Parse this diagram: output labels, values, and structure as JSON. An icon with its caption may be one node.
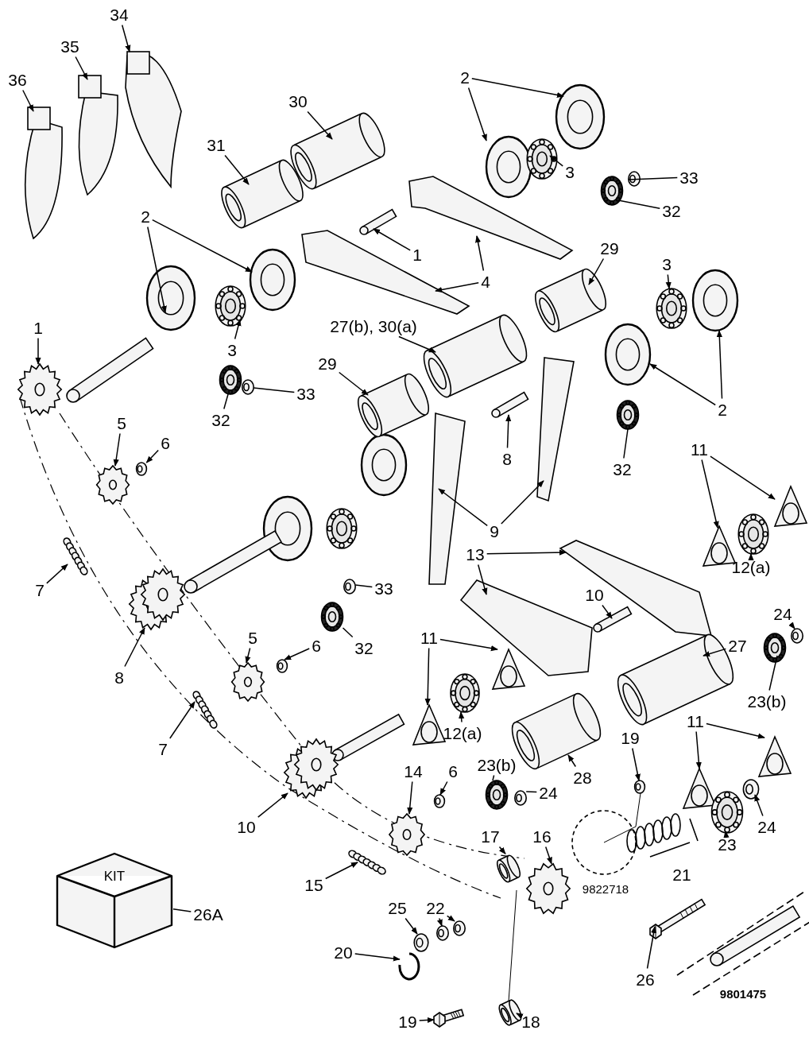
{
  "diagram": {
    "nodes": [
      {
        "text": [
          "34"
        ]
      },
      {
        "text": [
          "35"
        ]
      },
      {
        "text": [
          "36"
        ]
      },
      {
        "text": [
          "30"
        ]
      },
      {
        "text": [
          "31"
        ]
      },
      {
        "text": [
          "2"
        ]
      },
      {
        "text": [
          "3"
        ]
      },
      {
        "text": [
          "33"
        ]
      },
      {
        "text": [
          "32"
        ]
      },
      {
        "text": [
          "1"
        ]
      },
      {
        "text": [
          "2"
        ]
      },
      {
        "text": [
          "4"
        ]
      },
      {
        "text": [
          "29"
        ]
      },
      {
        "text": [
          "3"
        ]
      },
      {
        "text": [
          "1"
        ]
      },
      {
        "text": [
          "3"
        ]
      },
      {
        "text": [
          "27(b), 30(a)"
        ]
      },
      {
        "text": [
          "29"
        ]
      },
      {
        "text": [
          "33"
        ]
      },
      {
        "text": [
          "2"
        ]
      },
      {
        "text": [
          "32"
        ]
      },
      {
        "text": [
          "8"
        ]
      },
      {
        "text": [
          "32"
        ]
      },
      {
        "text": [
          "11"
        ]
      },
      {
        "text": [
          "5"
        ]
      },
      {
        "text": [
          "6"
        ]
      },
      {
        "text": [
          "9"
        ]
      },
      {
        "text": [
          "7"
        ]
      },
      {
        "text": [
          "12(a)"
        ]
      },
      {
        "text": [
          "13"
        ]
      },
      {
        "text": [
          "10"
        ]
      },
      {
        "text": [
          "24"
        ]
      },
      {
        "text": [
          "33"
        ]
      },
      {
        "text": [
          "32"
        ]
      },
      {
        "text": [
          "11"
        ]
      },
      {
        "text": [
          "5"
        ]
      },
      {
        "text": [
          "6"
        ]
      },
      {
        "text": [
          "8"
        ]
      },
      {
        "text": [
          "27"
        ]
      },
      {
        "text": [
          "23(b)"
        ]
      },
      {
        "text": [
          "12(a)"
        ]
      },
      {
        "text": [
          "7"
        ]
      },
      {
        "text": [
          "28"
        ]
      },
      {
        "text": [
          "19"
        ]
      },
      {
        "text": [
          "23(b)"
        ]
      },
      {
        "text": [
          "24"
        ]
      },
      {
        "text": [
          "11"
        ]
      },
      {
        "text": [
          "14"
        ]
      },
      {
        "text": [
          "6"
        ]
      },
      {
        "text": [
          "10"
        ]
      },
      {
        "text": [
          "24"
        ]
      },
      {
        "text": [
          "23"
        ]
      },
      {
        "text": [
          "16"
        ]
      },
      {
        "text": [
          "17"
        ]
      },
      {
        "text": [
          "15"
        ]
      },
      {
        "text": [
          "22"
        ]
      },
      {
        "text": [
          "25"
        ]
      },
      {
        "text": [
          "KIT"
        ]
      },
      {
        "text": [
          "26A"
        ]
      },
      {
        "text": [
          "20"
        ]
      },
      {
        "text": [
          "26"
        ]
      },
      {
        "text": [
          "19"
        ]
      },
      {
        "text": [
          "18"
        ]
      },
      {
        "text": [],
        "shape": "picture"
      },
      {
        "text": [],
        "shape": "picture"
      },
      {
        "text": [],
        "shape": "picture"
      },
      {
        "text": [],
        "shape": "picture"
      },
      {
        "text": [],
        "shape": "picture"
      },
      {
        "text": [],
        "shape": "picture"
      },
      {
        "text": [],
        "shape": "picture"
      },
      {
        "text": [],
        "shape": "picture"
      },
      {
        "text": [],
        "shape": "picture"
      },
      {
        "text": [],
        "shape": "picture"
      },
      {
        "text": [],
        "shape": "picture"
      },
      {
        "text": [],
        "shape": "picture"
      },
      {
        "text": [],
        "shape": "picture"
      },
      {
        "text": [],
        "shape": "picture"
      },
      {
        "text": [],
        "shape": "picture"
      },
      {
        "text": [],
        "shape": "picture"
      },
      {
        "text": [],
        "shape": "picture"
      },
      {
        "text": [],
        "shape": "picture"
      },
      {
        "text": [],
        "shape": "picture"
      },
      {
        "text": [],
        "shape": "picture"
      },
      {
        "text": [],
        "shape": "picture"
      },
      {
        "text": [],
        "shape": "picture"
      },
      {
        "text": [],
        "shape": "picture"
      },
      {
        "text": [],
        "shape": "picture"
      },
      {
        "text": [],
        "shape": "picture"
      },
      {
        "text": [],
        "shape": "picture"
      },
      {
        "text": [],
        "shape": "picture"
      },
      {
        "text": [],
        "shape": "picture"
      },
      {
        "text": [],
        "shape": "picture"
      },
      {
        "text": [],
        "shape": "picture"
      },
      {
        "text": [],
        "shape": "picture"
      },
      {
        "text": [],
        "shape": "picture"
      },
      {
        "text": [],
        "shape": "picture"
      },
      {
        "text": [],
        "shape": "picture"
      },
      {
        "text": [],
        "shape": "picture"
      },
      {
        "text": [],
        "shape": "picture"
      },
      {
        "text": [],
        "shape": "picture"
      },
      {
        "text": [],
        "shape": "picture"
      },
      {
        "text": [],
        "shape": "picture"
      },
      {
        "text": [],
        "shape": "picture"
      },
      {
        "text": [],
        "shape": "picture"
      },
      {
        "text": [],
        "shape": "picture"
      },
      {
        "text": [],
        "shape": "picture"
      },
      {
        "text": [],
        "shape": "picture"
      },
      {
        "text": [],
        "shape": "picture"
      },
      {
        "text": [],
        "shape": "picture"
      },
      {
        "text": [],
        "shape": "picture"
      },
      {
        "text": [],
        "shape": "picture"
      },
      {
        "text": [],
        "shape": "picture"
      },
      {
        "text": [],
        "shape": "picture"
      },
      {
        "text": [],
        "shape": "picture"
      },
      {
        "text": [],
        "shape": "picture"
      },
      {
        "text": [],
        "shape": "picture"
      },
      {
        "text": [],
        "shape": "picture"
      },
      {
        "text": [],
        "shape": "picture"
      },
      {
        "text": [],
        "shape": "picture"
      },
      {
        "text": [],
        "shape": "picture"
      },
      {
        "text": [],
        "shape": "picture"
      },
      {
        "text": [],
        "shape": "picture"
      },
      {
        "text": [],
        "shape": "picture"
      },
      {
        "text": [],
        "shape": "picture"
      },
      {
        "text": [],
        "shape": "picture"
      },
      {
        "text": [],
        "shape": "picture"
      },
      {
        "text": [],
        "shape": "picture"
      },
      {
        "text": [],
        "shape": "picture"
      },
      {
        "text": [],
        "shape": "picture"
      },
      {
        "text": [],
        "shape": "picture"
      },
      {
        "text": [],
        "shape": "picture"
      },
      {
        "text": [],
        "shape": "picture"
      },
      {
        "text": [],
        "shape": "picture"
      },
      {
        "text": [],
        "shape": "picture"
      }
    ],
    "edges": [
      {
        "from": 0,
        "to": 63,
        "arrow": "to"
      },
      {
        "from": 1,
        "to": 64,
        "arrow": "to"
      },
      {
        "from": 2,
        "to": 65,
        "arrow": "to"
      },
      {
        "from": 3,
        "to": 66,
        "arrow": "to"
      },
      {
        "from": 4,
        "to": 67,
        "arrow": "to"
      },
      {
        "from": 5,
        "to": 68,
        "arrow": "to"
      },
      {
        "from": 5,
        "to": 69,
        "arrow": "to"
      },
      {
        "from": 6,
        "to": 70,
        "arrow": "to"
      },
      {
        "from": 7,
        "to": 71,
        "arrow": "none"
      },
      {
        "from": 8,
        "to": 72,
        "arrow": "none"
      },
      {
        "from": 9,
        "to": 73,
        "arrow": "to"
      },
      {
        "from": 10,
        "to": 74,
        "arrow": "to"
      },
      {
        "from": 10,
        "to": 75,
        "arrow": "to"
      },
      {
        "from": 11,
        "to": 76,
        "arrow": "to"
      },
      {
        "from": 11,
        "to": 77,
        "arrow": "to"
      },
      {
        "from": 12,
        "to": 78,
        "arrow": "to"
      },
      {
        "from": 13,
        "to": 79,
        "arrow": "to"
      },
      {
        "from": 14,
        "to": 80,
        "arrow": "to"
      },
      {
        "from": 15,
        "to": 81,
        "arrow": "to"
      },
      {
        "from": 16,
        "to": 82,
        "arrow": "to"
      },
      {
        "from": 17,
        "to": 83,
        "arrow": "to"
      },
      {
        "from": 18,
        "to": 84,
        "arrow": "none"
      },
      {
        "from": 19,
        "to": 85,
        "arrow": "to"
      },
      {
        "from": 19,
        "to": 86,
        "arrow": "to"
      },
      {
        "from": 20,
        "to": 87,
        "arrow": "none"
      },
      {
        "from": 21,
        "to": 88,
        "arrow": "to"
      },
      {
        "from": 22,
        "to": 89,
        "arrow": "none"
      },
      {
        "from": 23,
        "to": 90,
        "arrow": "to"
      },
      {
        "from": 23,
        "to": 91,
        "arrow": "to"
      },
      {
        "from": 24,
        "to": 92,
        "arrow": "to"
      },
      {
        "from": 25,
        "to": 93,
        "arrow": "to"
      },
      {
        "from": 26,
        "to": 94,
        "arrow": "to"
      },
      {
        "from": 26,
        "to": 95,
        "arrow": "to"
      },
      {
        "from": 27,
        "to": 96,
        "arrow": "to"
      },
      {
        "from": 28,
        "to": 97,
        "arrow": "to"
      },
      {
        "from": 29,
        "to": 98,
        "arrow": "to"
      },
      {
        "from": 29,
        "to": 99,
        "arrow": "to"
      },
      {
        "from": 30,
        "to": 100,
        "arrow": "to"
      },
      {
        "from": 31,
        "to": 101,
        "arrow": "to"
      },
      {
        "from": 32,
        "to": 102,
        "arrow": "none"
      },
      {
        "from": 33,
        "to": 103,
        "arrow": "none"
      },
      {
        "from": 34,
        "to": 104,
        "arrow": "to"
      },
      {
        "from": 34,
        "to": 105,
        "arrow": "to"
      },
      {
        "from": 35,
        "to": 106,
        "arrow": "to"
      },
      {
        "from": 36,
        "to": 107,
        "arrow": "to"
      },
      {
        "from": 37,
        "to": 108,
        "arrow": "to"
      },
      {
        "from": 38,
        "to": 109,
        "arrow": "to"
      },
      {
        "from": 39,
        "to": 110,
        "arrow": "none"
      },
      {
        "from": 40,
        "to": 111,
        "arrow": "to"
      },
      {
        "from": 41,
        "to": 112,
        "arrow": "to"
      },
      {
        "from": 42,
        "to": 113,
        "arrow": "to"
      },
      {
        "from": 43,
        "to": 114,
        "arrow": "to"
      },
      {
        "from": 44,
        "to": 115,
        "arrow": "none"
      },
      {
        "from": 45,
        "to": 116,
        "arrow": "none"
      },
      {
        "from": 46,
        "to": 117,
        "arrow": "to"
      },
      {
        "from": 46,
        "to": 118,
        "arrow": "to"
      },
      {
        "from": 47,
        "to": 119,
        "arrow": "to"
      },
      {
        "from": 48,
        "to": 120,
        "arrow": "to"
      },
      {
        "from": 49,
        "to": 121,
        "arrow": "to"
      },
      {
        "from": 50,
        "to": 122,
        "arrow": "to"
      },
      {
        "from": 51,
        "to": 123,
        "arrow": "to"
      },
      {
        "from": 52,
        "to": 124,
        "arrow": "to"
      },
      {
        "from": 53,
        "to": 125,
        "arrow": "to"
      },
      {
        "from": 54,
        "to": 126,
        "arrow": "to"
      },
      {
        "from": 55,
        "to": 127,
        "arrow": "to"
      },
      {
        "from": 55,
        "to": 128,
        "arrow": "to"
      },
      {
        "from": 56,
        "to": 129,
        "arrow": "to"
      },
      {
        "from": 58,
        "to": 57,
        "arrow": "none"
      },
      {
        "from": 59,
        "to": 130,
        "arrow": "to"
      },
      {
        "from": 60,
        "to": 131,
        "arrow": "to"
      },
      {
        "from": 61,
        "to": 132,
        "arrow": "to"
      },
      {
        "from": 62,
        "to": 133,
        "arrow": "to"
      }
    ],
    "labels": [
      "21",
      "9822718",
      "9801475"
    ]
  }
}
